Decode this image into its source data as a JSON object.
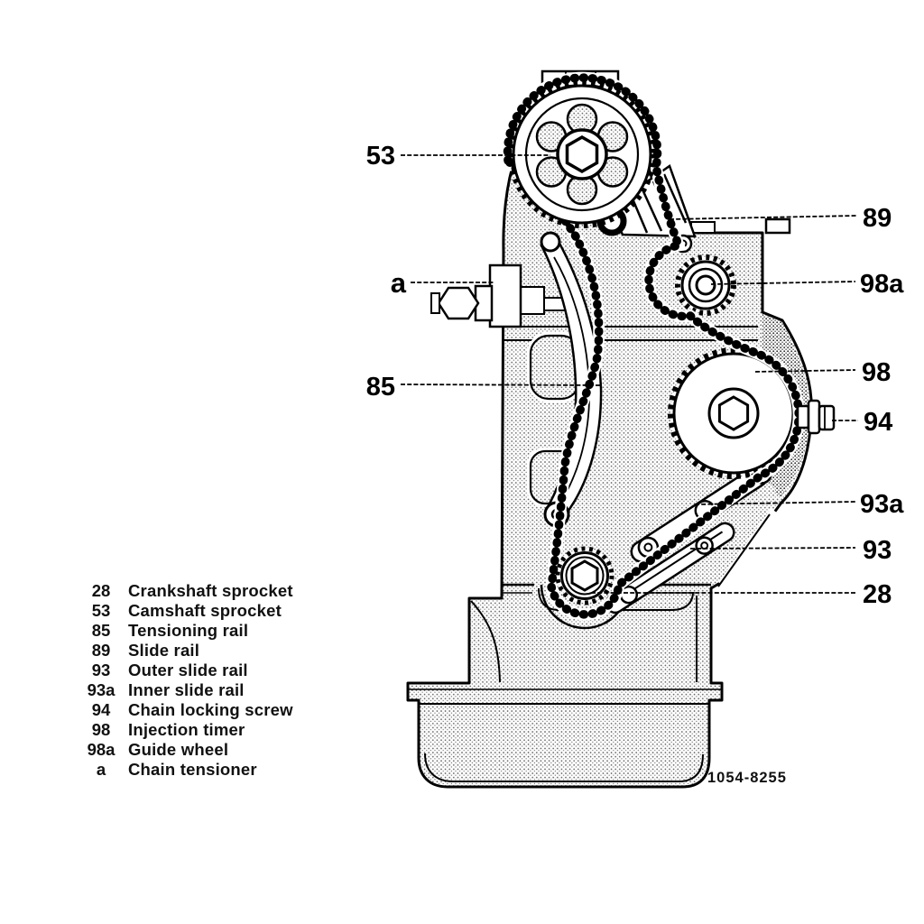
{
  "figure": {
    "code": "1054-8255"
  },
  "callouts": [
    {
      "text": "53"
    },
    {
      "text": "89"
    },
    {
      "text": "a"
    },
    {
      "text": "98a"
    },
    {
      "text": "85"
    },
    {
      "text": "98"
    },
    {
      "text": "94"
    },
    {
      "text": "93a"
    },
    {
      "text": "93"
    },
    {
      "text": "28"
    }
  ],
  "legend": {
    "items": [
      {
        "num": "28",
        "label": "Crankshaft sprocket"
      },
      {
        "num": "53",
        "label": "Camshaft sprocket"
      },
      {
        "num": "85",
        "label": "Tensioning rail"
      },
      {
        "num": "89",
        "label": "Slide rail"
      },
      {
        "num": "93",
        "label": "Outer slide rail"
      },
      {
        "num": "93a",
        "label": "Inner slide rail"
      },
      {
        "num": "94",
        "label": "Chain locking screw"
      },
      {
        "num": "98",
        "label": "Injection timer"
      },
      {
        "num": "98a",
        "label": "Guide wheel"
      },
      {
        "num": "a",
        "label": "Chain tensioner"
      }
    ]
  },
  "colors": {
    "ink": "#000000",
    "paper": "#ffffff"
  }
}
